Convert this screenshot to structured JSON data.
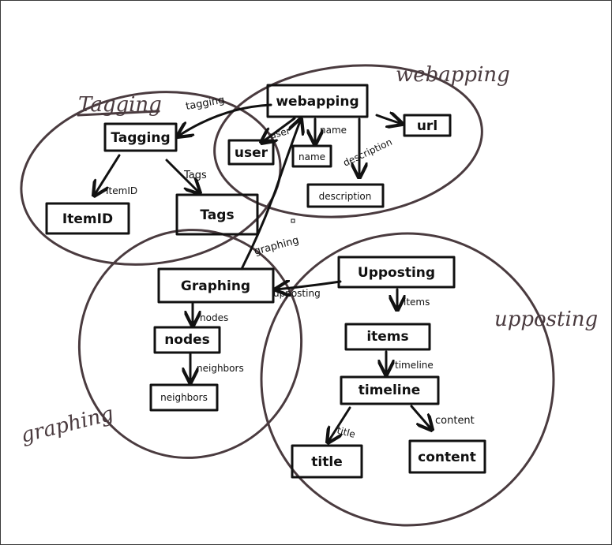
{
  "groups": {
    "tagging": "Tagging",
    "webapping": "webapping",
    "graphing": "graphing",
    "upposting": "upposting"
  },
  "nodes": {
    "tagging": "Tagging",
    "itemid": "ItemID",
    "tags": "Tags",
    "webapping": "webapping",
    "user": "user",
    "name": "name",
    "url": "url",
    "description": "description",
    "graphing": "Graphing",
    "nodes": "nodes",
    "neighbors": "neighbors",
    "upposting": "Upposting",
    "items": "items",
    "timeline": "timeline",
    "title": "title",
    "content": "content"
  },
  "edges": {
    "tagging": "tagging",
    "itemid": "ItemID",
    "tags": "Tags",
    "user": "user",
    "name": "name",
    "description": "description",
    "graphing": "graphing",
    "upposting": "upposting",
    "nodes": "nodes",
    "neighbors": "neighbors",
    "items": "items",
    "timeline": "timeline",
    "title": "title",
    "content": "content"
  }
}
